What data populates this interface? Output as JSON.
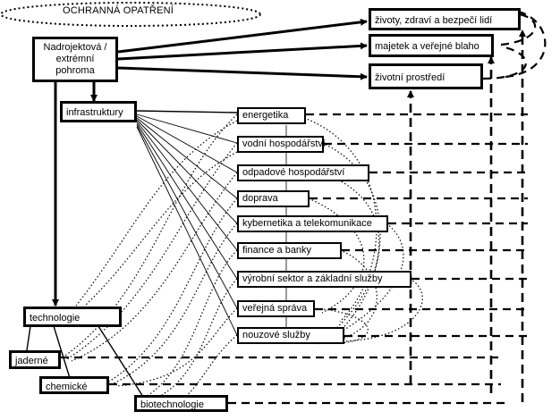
{
  "protection_measures": "OCHRANNÁ OPATŘENÍ",
  "hazard": "Nadrojektová / extrémní pohroma",
  "infrastructure": "infrastruktury",
  "technologies": "technologie",
  "impacts": {
    "lives": "životy, zdraví a bezpečí lidí",
    "property": "majetek a veřejné blaho",
    "environment": "životní prostředí"
  },
  "sectors": [
    "energetika",
    "vodní hospodářství",
    "odpadové hospodářství",
    "doprava",
    "kybernetika a telekomunikace",
    "finance a banky",
    "výrobní sektor a základní služby",
    "veřejná správa",
    "nouzové  služby"
  ],
  "tech_types": {
    "nuclear": "jaderné",
    "chemical": "chemické",
    "bio": "biotechnologie"
  }
}
